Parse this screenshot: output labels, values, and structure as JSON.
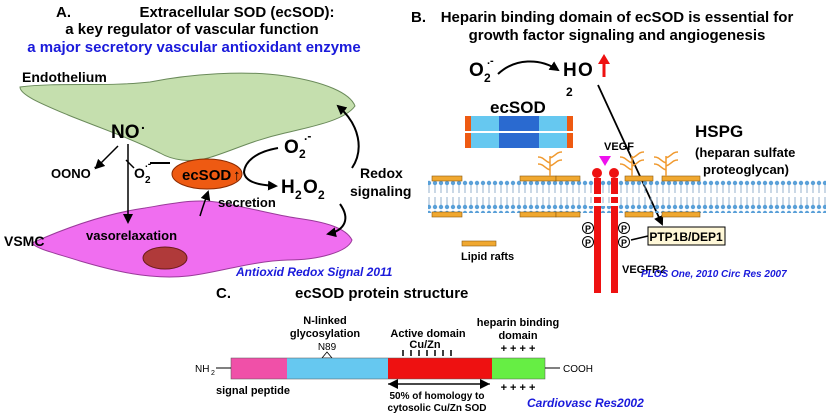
{
  "panelA": {
    "letter": "A.",
    "title1": "Extracellular SOD (ecSOD):",
    "title2": "a key regulator of vascular function",
    "subtitle": "a major secretory vascular antioxidant enzyme",
    "endothelium": "Endothelium",
    "no": "NO",
    "no_sup": ".",
    "oono": "OONO",
    "oono_sup": "-",
    "o2": "O",
    "o2_sub": "2",
    "o2_sup": ".-",
    "ecsod": "ecSOD",
    "ecsod_arrow": "↑",
    "o2_right": "O",
    "o2_right_sub": "2",
    "o2_right_sup": ".-",
    "h2o2_a": "H",
    "h2o2_b": "2",
    "h2o2_c": "O",
    "h2o2_d": "2",
    "redox1": "Redox",
    "redox2": "signaling",
    "secretion": "secretion",
    "vsmc": "VSMC",
    "vasorelax": "vasorelaxation",
    "citation": "Antioxid Redox Signal 2011"
  },
  "panelB": {
    "letter": "B.",
    "title1": "Heparin binding domain of ecSOD is essential for",
    "title2": "growth factor signaling and angiogenesis",
    "o2": "O",
    "o2_sub": "2",
    "o2_sup": ".-",
    "h2o": "H",
    "h2o_sub": "2",
    "h2o_o": "O",
    "ecsod": "ecSOD",
    "hspg": "HSPG",
    "hspg_desc1": "(heparan sulfate",
    "hspg_desc2": "proteoglycan)",
    "vegf": "VEGF",
    "p_label": "P",
    "ptp": "PTP1B/DEP1",
    "lipid": "Lipid rafts",
    "vegfr2": "VEGFR2",
    "citation": "PLOS One, 2010 Circ Res 2007"
  },
  "panelC": {
    "letter": "C.",
    "title": "ecSOD protein structure",
    "n_linked1": "N-linked",
    "n_linked2": "glycosylation",
    "n89": "N89",
    "active1": "Active domain",
    "active2": "Cu/Zn",
    "heparin1": "heparin binding",
    "heparin2": "domain",
    "plus_top": "+ + + +",
    "plus_bottom": "+ + + +",
    "nh2": "NH",
    "nh2_sub": "2",
    "cooh": "COOH",
    "signal": "signal peptide",
    "homology1": "50% of homology to",
    "homology2": "cytosolic Cu/Zn SOD",
    "citation": "Cardiovasc Res2002"
  },
  "colors": {
    "endothelium": "#c5dfae",
    "vsmc": "#f06ef0",
    "ecsod_orange": "#ee5a12",
    "nucleus": "#b03a3a",
    "signal_pink": "#f050a8",
    "glyco_blue": "#66c8f0",
    "active_red": "#ee1111",
    "heparin_green": "#66ee44",
    "citation_blue": "#1a1adb"
  }
}
